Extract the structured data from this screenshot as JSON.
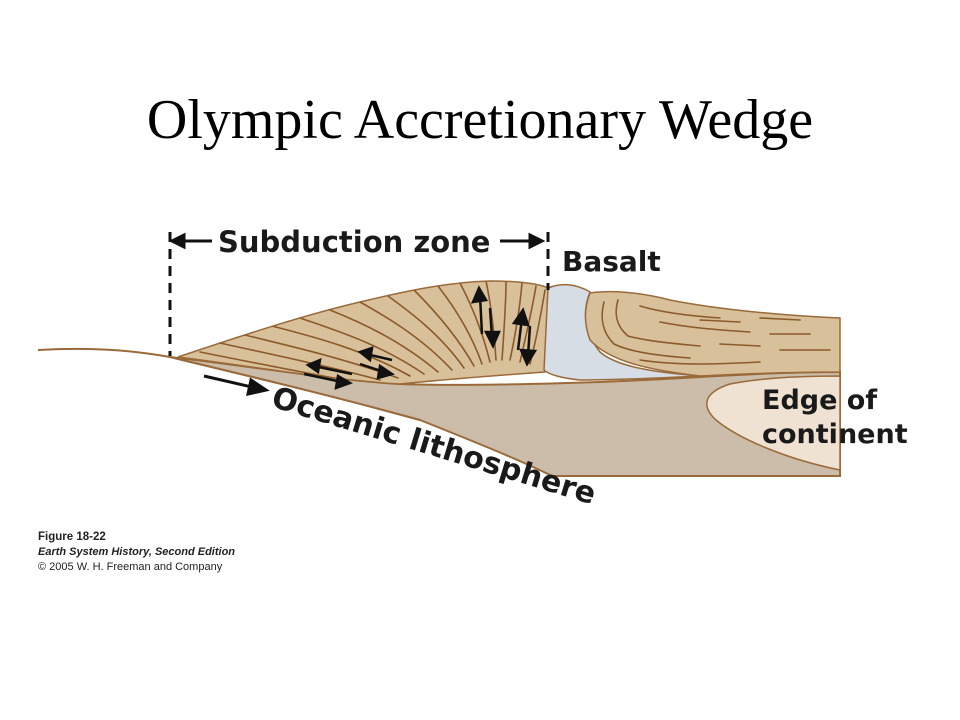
{
  "title": "Olympic Accretionary Wedge",
  "labels": {
    "subduction_zone": "Subduction zone",
    "basalt": "Basalt",
    "edge_of_continent_line1": "Edge of",
    "edge_of_continent_line2": "continent",
    "oceanic_lithosphere": "Oceanic lithosphere"
  },
  "caption": {
    "figure": "Figure 18-22",
    "book": "Earth System History, Second Edition",
    "copyright": "© 2005 W. H. Freeman and Company"
  },
  "colors": {
    "wedge_fill": "#cbbda9",
    "sediment_fill": "#d8c19a",
    "layer_lines": "#8a5a2b",
    "basalt_fill": "#d6dde4",
    "continent_fill": "#f0e2d2",
    "outline": "#9a6a3a"
  }
}
